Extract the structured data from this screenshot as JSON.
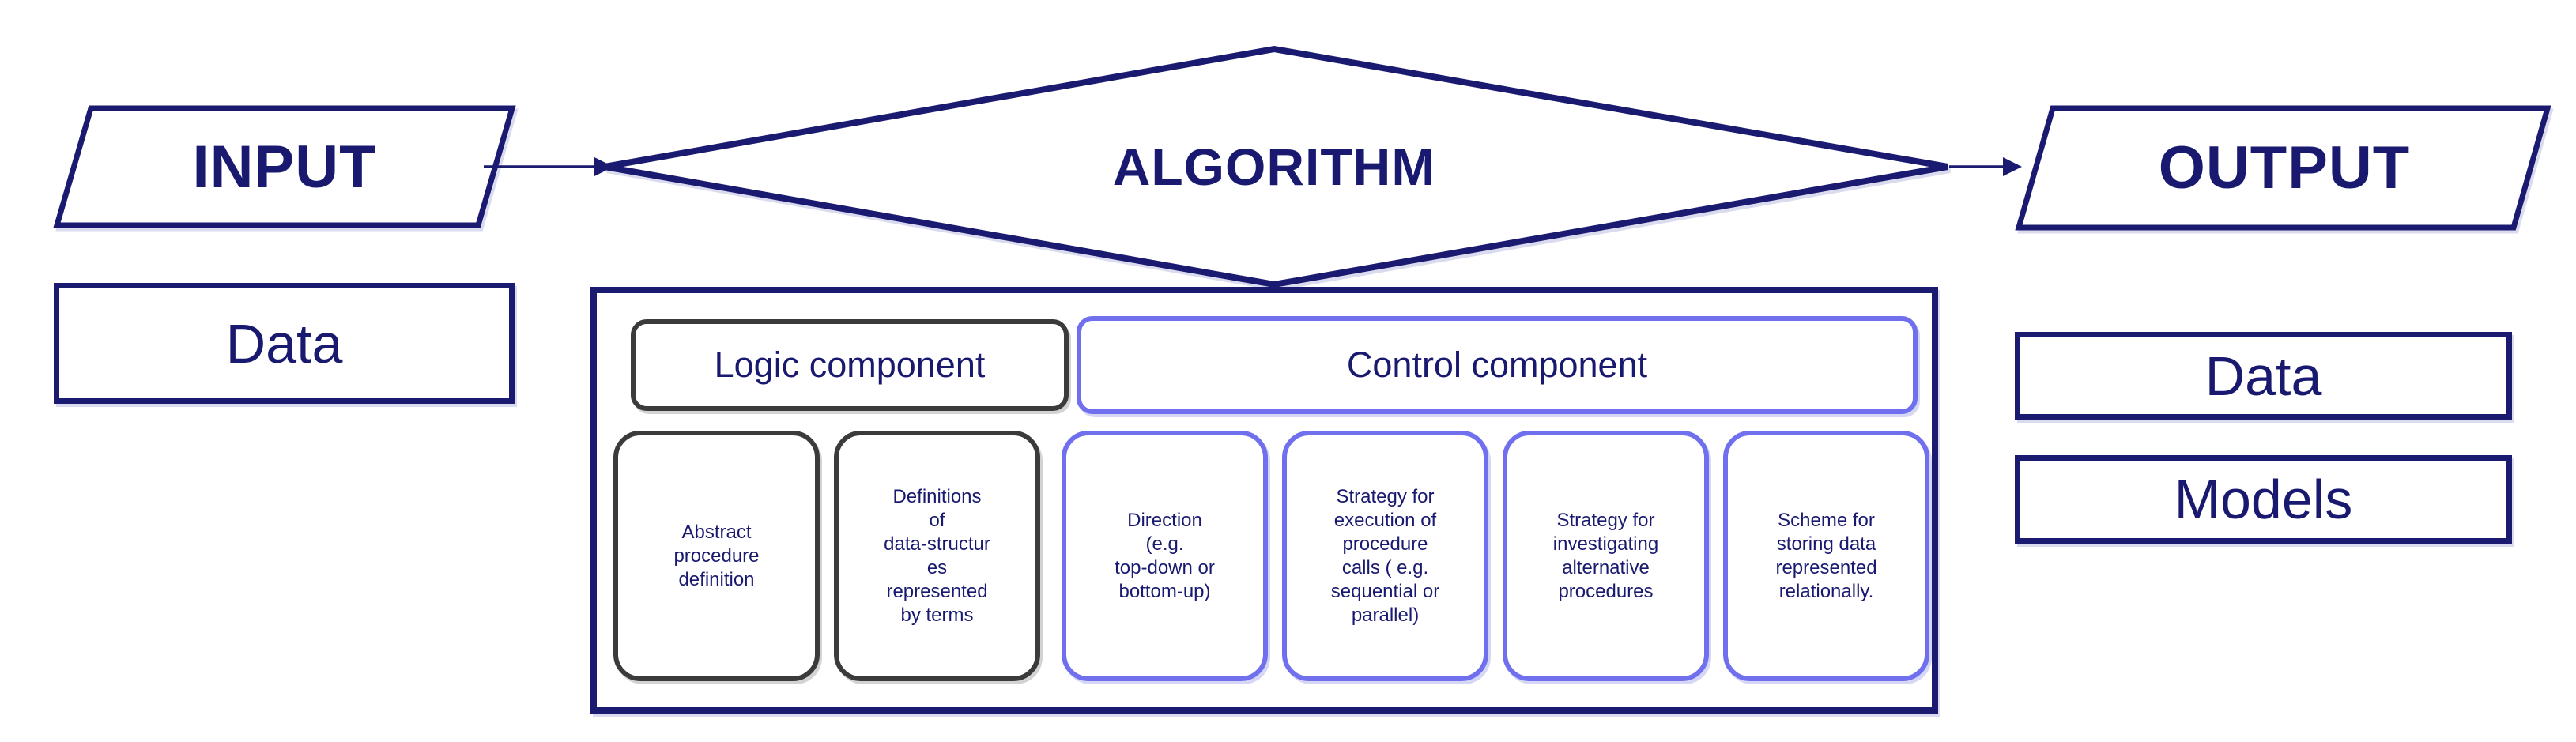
{
  "colors": {
    "background": "#ffffff",
    "navy": "#1a1a70",
    "text": "#191970",
    "gray": "#3b3b3b",
    "blue": "#7070ee",
    "shadow": "#c9c9ea"
  },
  "flow": {
    "input": {
      "label": "INPUT",
      "shape": "parallelogram"
    },
    "algorithm": {
      "label": "ALGORITHM",
      "shape": "diamond"
    },
    "output": {
      "label": "OUTPUT",
      "shape": "parallelogram"
    },
    "connections": [
      {
        "from": "INPUT",
        "to": "ALGORITHM"
      },
      {
        "from": "ALGORITHM",
        "to": "OUTPUT"
      }
    ],
    "input_items": [
      {
        "label": "Data"
      }
    ],
    "output_items": [
      {
        "label": "Data"
      },
      {
        "label": "Models"
      }
    ]
  },
  "algorithm_detail": {
    "logic": {
      "header": "Logic component",
      "items": [
        {
          "lines": [
            "Abstract",
            "procedure",
            "definition"
          ]
        },
        {
          "lines": [
            "Definitions",
            "of",
            "data-structur",
            "es",
            "represented",
            "by terms"
          ]
        }
      ]
    },
    "control": {
      "header": "Control component",
      "items": [
        {
          "lines": [
            "Direction",
            "(e.g.",
            "top-down or",
            "bottom-up)"
          ]
        },
        {
          "lines": [
            "Strategy for",
            "execution of",
            "procedure",
            "calls ( e.g.",
            "sequential or",
            "parallel)"
          ]
        },
        {
          "lines": [
            "Strategy for",
            "investigating",
            "alternative",
            "procedures"
          ]
        },
        {
          "lines": [
            "Scheme for",
            "storing data",
            "represented",
            "relationally."
          ]
        }
      ]
    }
  }
}
